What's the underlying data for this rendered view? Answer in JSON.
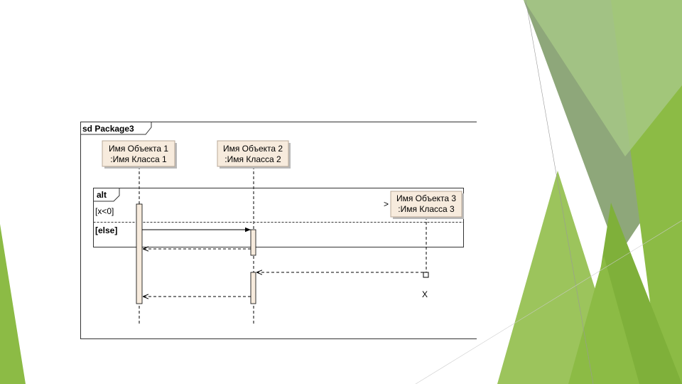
{
  "diagram": {
    "frame_label": "sd Package3",
    "lifelines": [
      {
        "object": "Имя Объекта 1",
        "class": ":Имя Класса 1"
      },
      {
        "object": "Имя Объекта 2",
        "class": ":Имя Класса 2"
      },
      {
        "object": "Имя Объекта 3",
        "class": ":Имя Класса 3"
      }
    ],
    "fragment": {
      "operator": "alt",
      "guard_1": "[x<0]",
      "guard_2": "[else]"
    },
    "create_marker": ">",
    "destroy_marker": "X"
  },
  "colors": {
    "lifeline_box": "#f7ebdd",
    "activation": "#f7ebdd",
    "accent_green": "#8cbb45"
  }
}
